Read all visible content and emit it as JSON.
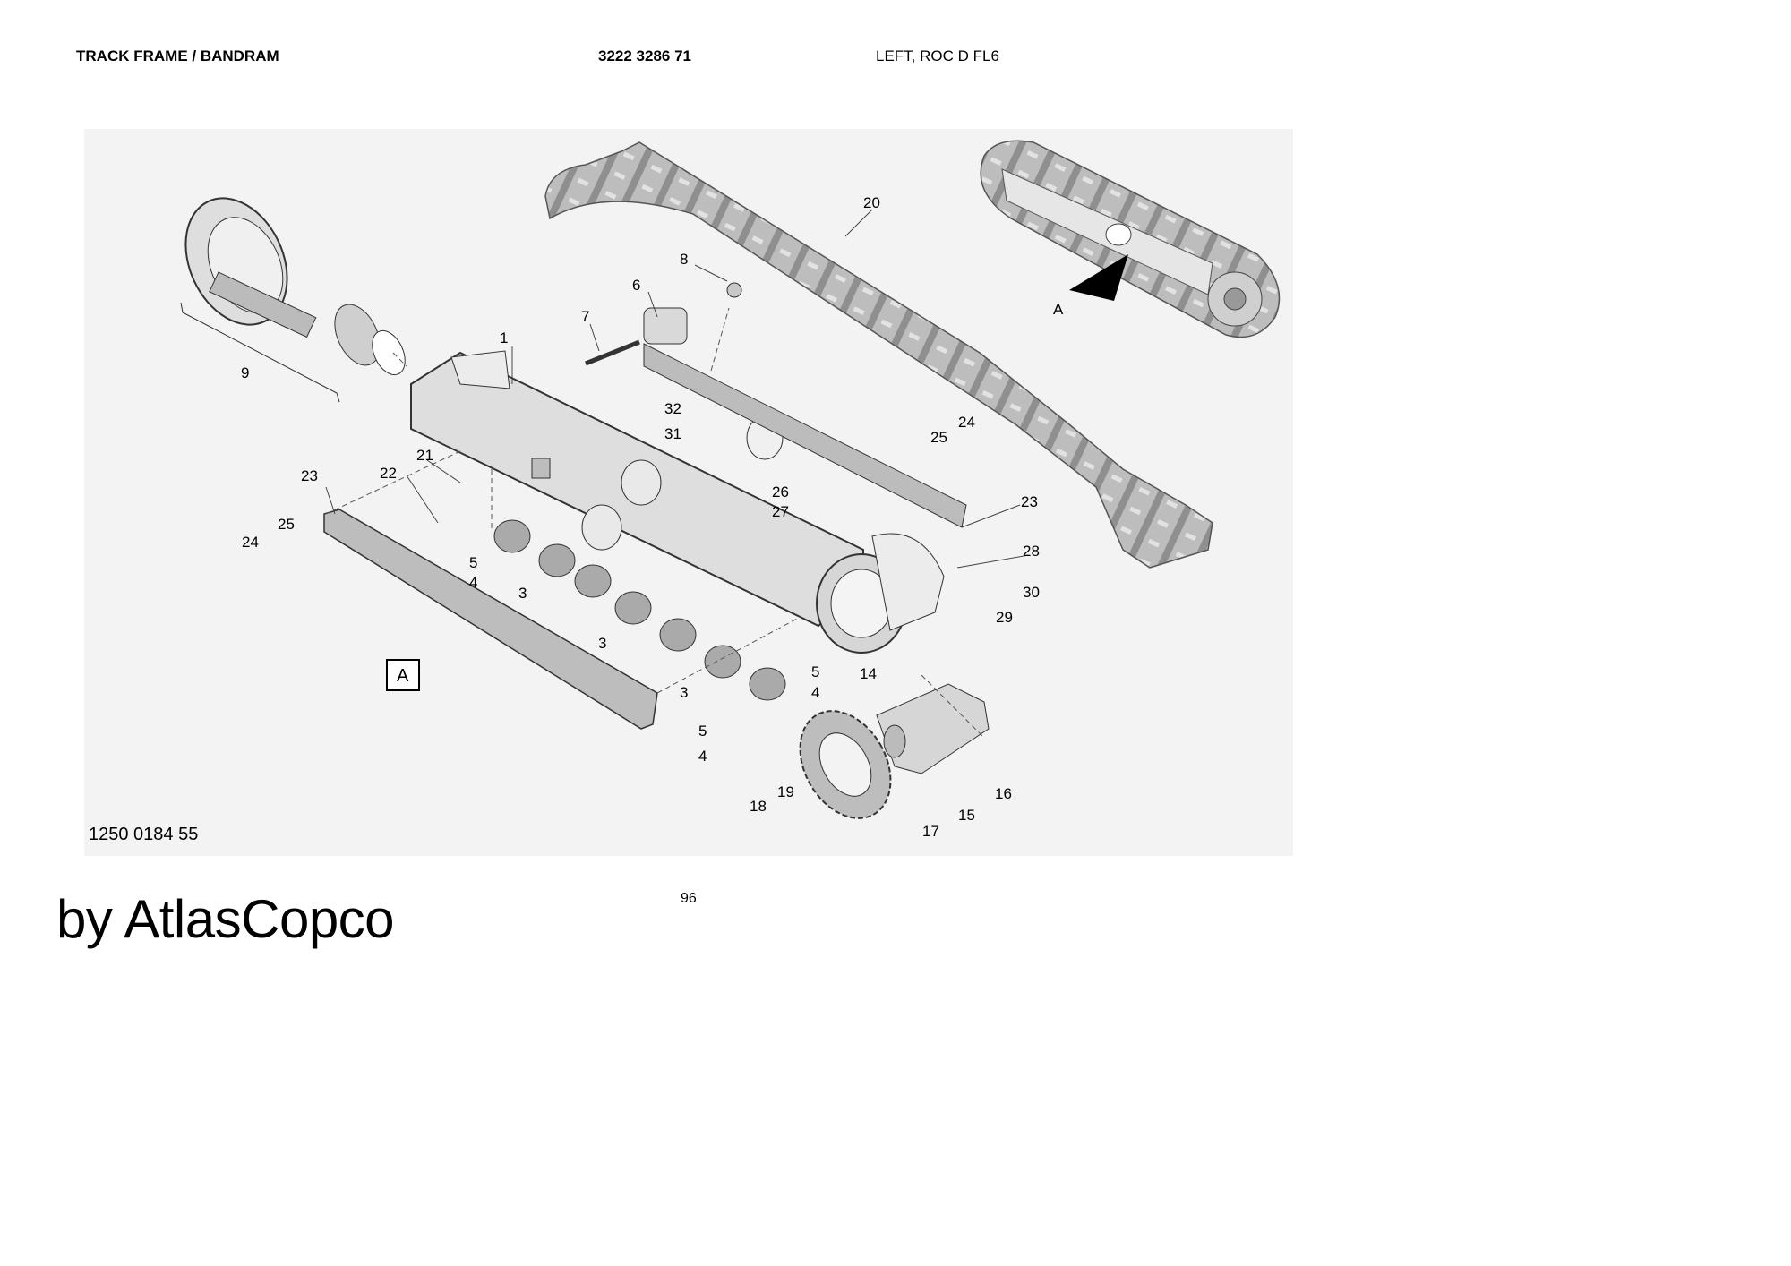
{
  "header": {
    "title": "TRACK FRAME / BANDRAM",
    "part_number": "3222 3286 71",
    "variant": "LEFT, ROC D FL6"
  },
  "diagram": {
    "callouts": [
      "1",
      "3",
      "4",
      "5",
      "6",
      "7",
      "8",
      "9",
      "14",
      "15",
      "16",
      "17",
      "18",
      "19",
      "20",
      "21",
      "22",
      "23",
      "24",
      "25",
      "26",
      "27",
      "28",
      "29",
      "30",
      "31",
      "32"
    ],
    "view_marker": "A",
    "detail_arrow_label": "A",
    "drawing_number": "1250 0184 55"
  },
  "footer": {
    "page_number": "96",
    "brand": "by AtlasCopco"
  }
}
